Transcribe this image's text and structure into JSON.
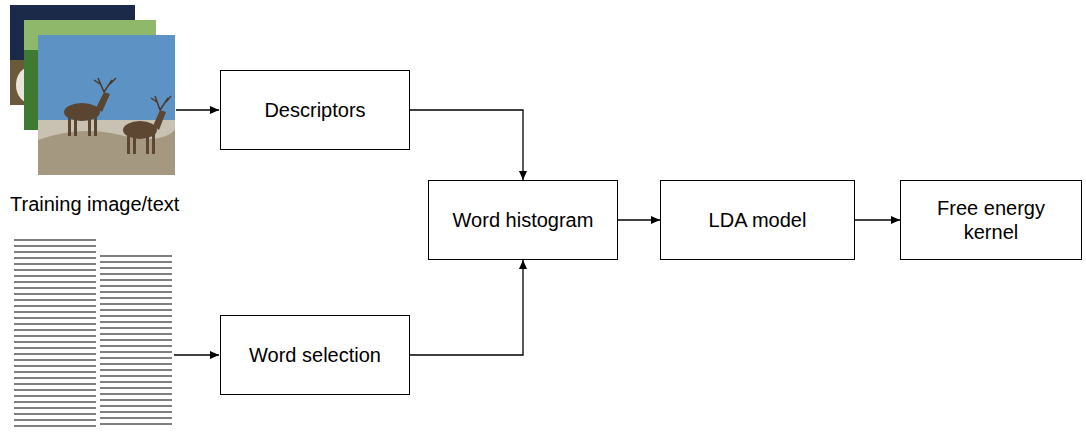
{
  "diagram": {
    "nodes": [
      {
        "text": [
          "Descriptors"
        ]
      },
      {
        "text": [
          "Word selection"
        ]
      },
      {
        "text": [
          "Word histogram"
        ]
      },
      {
        "text": [
          "LDA model"
        ]
      },
      {
        "text": [
          "Free energy kernel"
        ]
      }
    ],
    "edges": [
      {
        "from": 0,
        "to": 2,
        "arrow": "to"
      },
      {
        "from": 1,
        "to": 2,
        "arrow": "to"
      },
      {
        "from": 2,
        "to": 3,
        "arrow": "to"
      },
      {
        "from": 3,
        "to": 4,
        "arrow": "to"
      }
    ],
    "labels": [
      "Training image/text"
    ]
  }
}
